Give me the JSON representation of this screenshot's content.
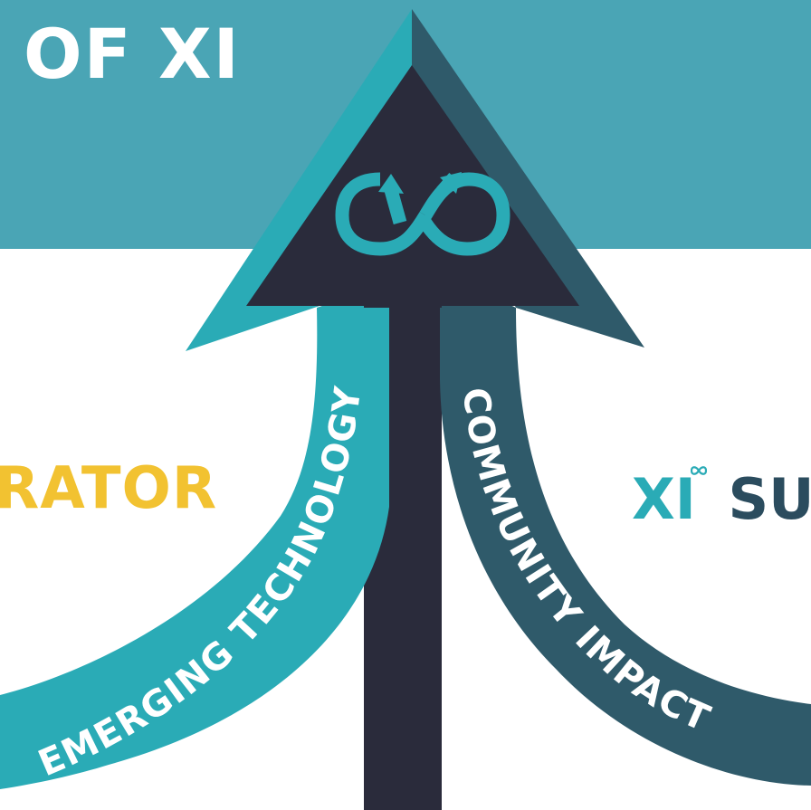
{
  "header": {
    "title": "OF XI"
  },
  "labels": {
    "left_partial": "RATOR",
    "right_logo_xi": "XI",
    "right_logo_word": "SUR"
  },
  "arrows": {
    "left_text": "EMERGING TECHNOLOGY",
    "right_text": "COMMUNITY IMPACT"
  },
  "colors": {
    "band": "#4aa5b5",
    "teal": "#2aabb6",
    "slate": "#2f5a6a",
    "navy": "#2a2b3b",
    "yellow": "#f2c231",
    "logo_teal": "#2aabb6",
    "logo_dark": "#2b4c5e"
  },
  "icons": {
    "center": "infinity-arrows-icon",
    "logo_mark": "infinity-icon"
  }
}
